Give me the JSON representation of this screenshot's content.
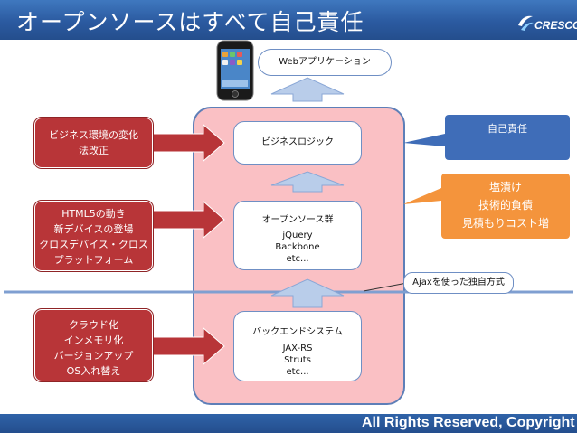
{
  "title": "オープンソースはすべて自己責任",
  "logo": {
    "text": "CRESCO"
  },
  "footer": {
    "text": "All Rights Reserved, Copyright ©"
  },
  "web_app": {
    "label": "Webアプリケーション"
  },
  "layers": {
    "business_logic": {
      "title": "ビジネスロジック"
    },
    "open_source": {
      "title": "オープンソース群",
      "items": [
        "jQuery",
        "Backbone",
        "etc..."
      ]
    },
    "backend": {
      "title": "バックエンドシステム",
      "items": [
        "JAX-RS",
        "Struts",
        "etc..."
      ]
    }
  },
  "drivers": {
    "business": [
      "ビジネス環境の変化",
      "法改正"
    ],
    "html5": [
      "HTML5の動き",
      "新デバイスの登場",
      "クロスデバイス・クロス",
      "プラットフォーム"
    ],
    "cloud": [
      "クラウド化",
      "インメモリ化",
      "バージョンアップ",
      "OS入れ替え"
    ]
  },
  "callouts": {
    "responsibility": "自己責任",
    "risks": [
      "塩漬け",
      "技術的負債",
      "見積もりコスト増"
    ],
    "ajax": "Ajaxを使った独自方式"
  },
  "colors": {
    "title_bar": "#2b5aa0",
    "core_fill": "#fac0c4",
    "driver_red": "#b83538",
    "callout_blue": "#3f6db8",
    "callout_orange": "#f4943c",
    "up_arrow": "#b9cdea",
    "divider": "#7f9fd1"
  }
}
